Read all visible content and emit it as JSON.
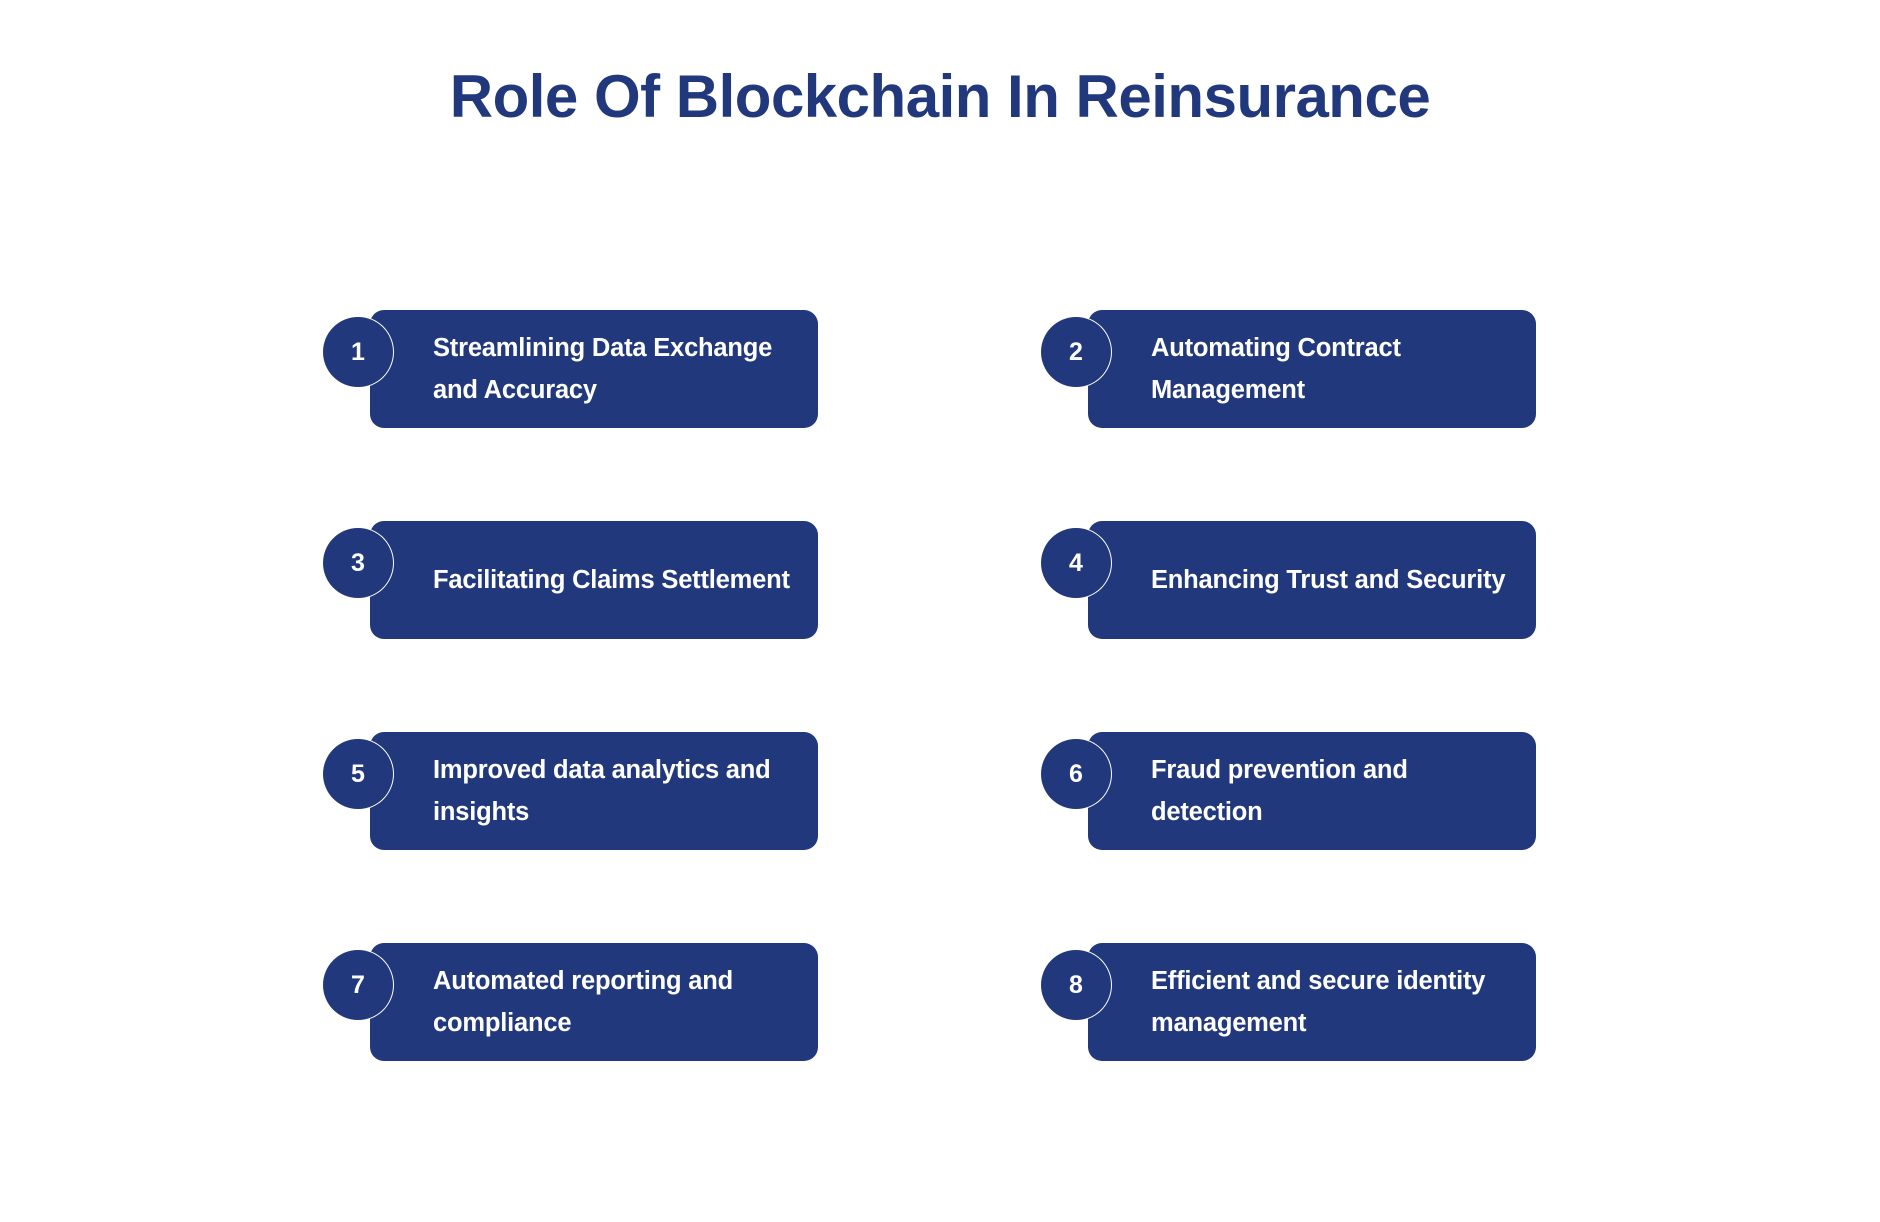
{
  "title": "Role Of Blockchain In Reinsurance",
  "colors": {
    "brand_navy": "#22387c",
    "background": "#ffffff",
    "card_text": "#ffffff"
  },
  "items": [
    {
      "number": "1",
      "label": "Streamlining Data Exchange and Accuracy"
    },
    {
      "number": "2",
      "label": "Automating Contract Management"
    },
    {
      "number": "3",
      "label": "Facilitating Claims Settlement"
    },
    {
      "number": "4",
      "label": "Enhancing Trust and Security"
    },
    {
      "number": "5",
      "label": "Improved data analytics and insights"
    },
    {
      "number": "6",
      "label": "Fraud prevention and detection"
    },
    {
      "number": "7",
      "label": "Automated reporting and compliance"
    },
    {
      "number": "8",
      "label": "Efficient and secure identity management"
    }
  ]
}
